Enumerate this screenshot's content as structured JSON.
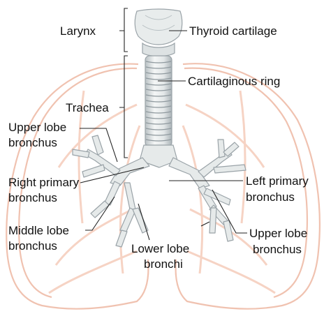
{
  "labels": {
    "larynx": "Larynx",
    "thyroid_cartilage": "Thyroid cartilage",
    "cartilaginous_ring": "Cartilaginous ring",
    "trachea": "Trachea",
    "upper_lobe_bronchus_right_1": "Upper lobe",
    "upper_lobe_bronchus_right_2": "bronchus",
    "right_primary_bronchus_1": "Right primary",
    "right_primary_bronchus_2": "bronchus",
    "left_primary_bronchus_1": "Left primary",
    "left_primary_bronchus_2": "bronchus",
    "middle_lobe_bronchus_1": "Middle lobe",
    "middle_lobe_bronchus_2": "bronchus",
    "lower_lobe_bronchi_1": "Lower lobe",
    "lower_lobe_bronchi_2": "bronchi",
    "upper_lobe_bronchus_left_1": "Upper lobe",
    "upper_lobe_bronchus_left_2": "bronchus"
  },
  "colors": {
    "lung_outline": "#f0c2b0",
    "lung_vessels": "#f6d3c4",
    "airway_fill": "#e9ecec",
    "airway_stroke": "#9aa3a8",
    "leader_line": "#222222"
  }
}
